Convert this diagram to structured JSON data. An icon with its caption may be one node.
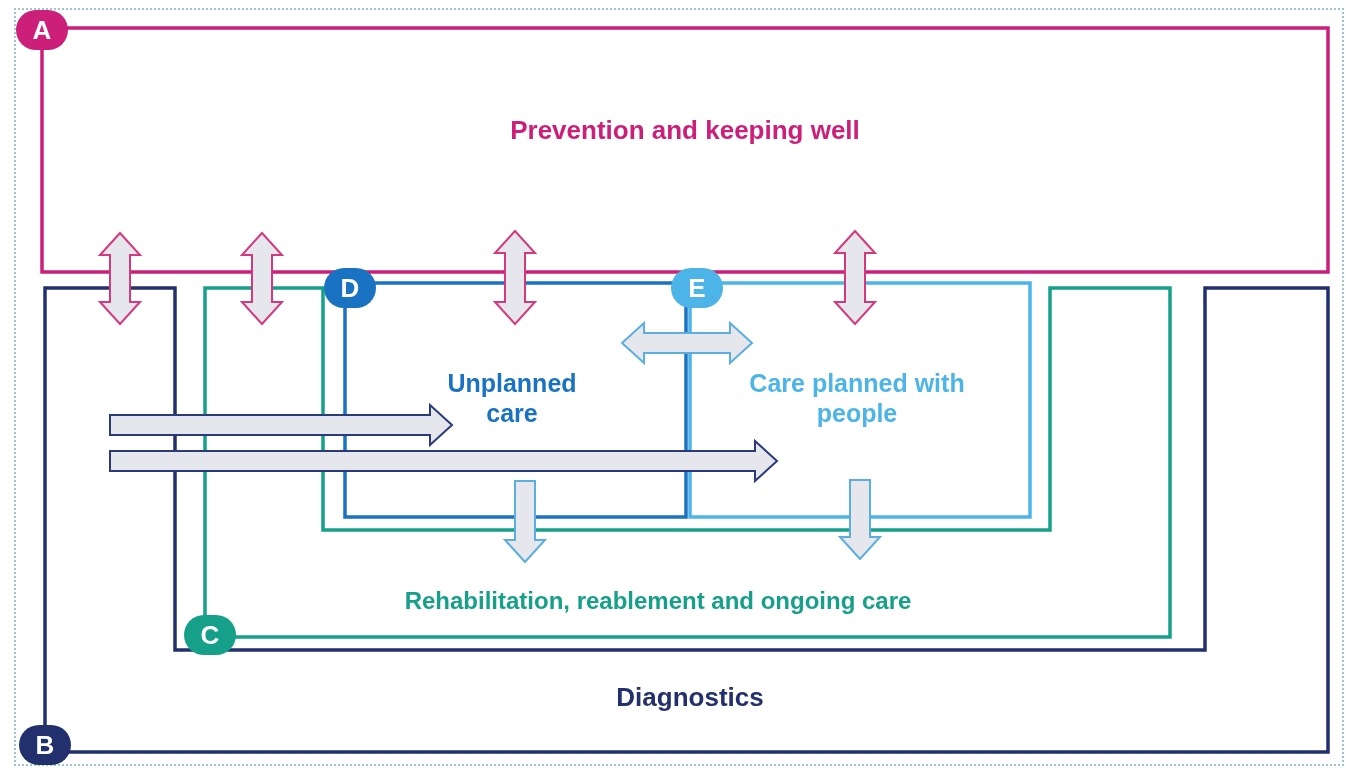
{
  "diagram": {
    "nodes": [
      {
        "text": [
          "A",
          "Prevention and keeping well"
        ]
      },
      {
        "text": [
          "B",
          "Diagnostics"
        ]
      },
      {
        "text": [
          "C",
          "Rehabilitation, reablement and ongoing care"
        ]
      },
      {
        "text": [
          "D",
          "Unplanned care"
        ]
      },
      {
        "text": [
          "E",
          "Care planned with people"
        ]
      }
    ],
    "edges": [
      {
        "from": 0,
        "to": 1,
        "arrow": "both"
      },
      {
        "from": 0,
        "to": 2,
        "arrow": "both"
      },
      {
        "from": 0,
        "to": 3,
        "arrow": "both"
      },
      {
        "from": 0,
        "to": 4,
        "arrow": "both"
      },
      {
        "from": 3,
        "to": 4,
        "arrow": "both",
        "color": "#5aaee0"
      },
      {
        "from": 1,
        "to": 3,
        "arrow": "to",
        "color": "#2b3a7a"
      },
      {
        "from": 1,
        "to": 4,
        "arrow": "to",
        "color": "#2b3a7a"
      },
      {
        "from": 3,
        "to": 2,
        "arrow": "to",
        "color": "#5aaee0"
      },
      {
        "from": 4,
        "to": 2,
        "arrow": "to",
        "color": "#5aaee0"
      }
    ]
  }
}
